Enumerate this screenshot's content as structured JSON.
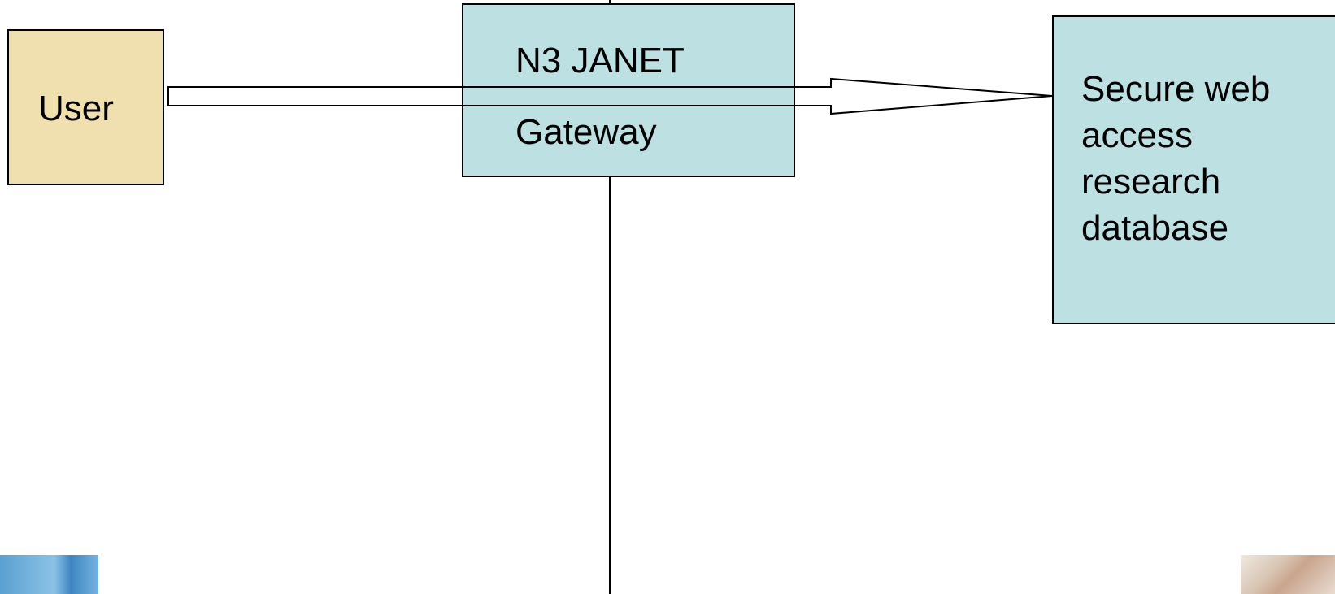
{
  "diagram": {
    "user": {
      "label": "User"
    },
    "gateway": {
      "line1": "N3 JANET",
      "line2": "Gateway"
    },
    "database": {
      "label": "Secure web access research database"
    },
    "colors": {
      "user_fill": "#f0e0b0",
      "gateway_fill": "#bde0e3",
      "database_fill": "#bde0e3",
      "stroke": "#000000",
      "arrow_fill": "#ffffff"
    }
  }
}
